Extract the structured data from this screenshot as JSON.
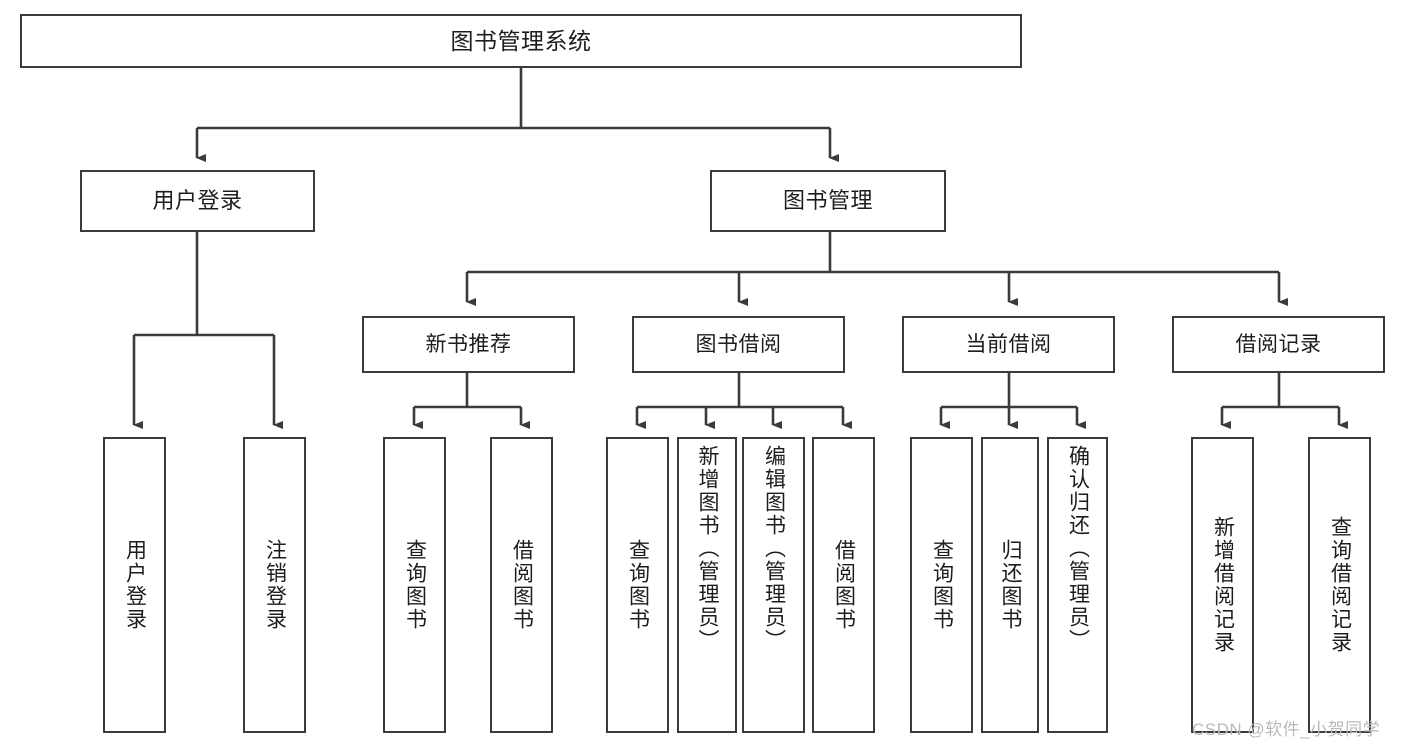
{
  "diagram": {
    "title": "图书管理系统",
    "type": "功能结构图",
    "watermark": "CSDN @软件_小贺同学",
    "colors": {
      "stroke": "#3b3b3b",
      "fill": "#ffffff",
      "text": "#1d1d1d",
      "watermark": "#b9b9b9"
    },
    "nodes": {
      "root": {
        "label": "图书管理系统"
      },
      "level1": [
        {
          "id": "user-login",
          "label": "用户登录"
        },
        {
          "id": "book-management",
          "label": "图书管理"
        }
      ],
      "level2": [
        {
          "id": "new-book-recommend",
          "label": "新书推荐"
        },
        {
          "id": "book-borrow",
          "label": "图书借阅"
        },
        {
          "id": "current-borrow",
          "label": "当前借阅"
        },
        {
          "id": "borrow-record",
          "label": "借阅记录"
        }
      ],
      "leaves": {
        "user_login": [
          {
            "id": "leaf-user-login",
            "label": "用户登录"
          },
          {
            "id": "leaf-logout-login",
            "label": "注销登录"
          }
        ],
        "new_book_recommend": [
          {
            "id": "leaf-query-book-1",
            "label": "查询图书"
          },
          {
            "id": "leaf-borrow-book-1",
            "label": "借阅图书"
          }
        ],
        "book_borrow": [
          {
            "id": "leaf-query-book-2",
            "label": "查询图书"
          },
          {
            "id": "leaf-add-book",
            "label": "新增图书（管理员）"
          },
          {
            "id": "leaf-edit-book",
            "label": "编辑图书（管理员）"
          },
          {
            "id": "leaf-borrow-book-2",
            "label": "借阅图书"
          }
        ],
        "current_borrow": [
          {
            "id": "leaf-query-book-3",
            "label": "查询图书"
          },
          {
            "id": "leaf-return-book",
            "label": "归还图书"
          },
          {
            "id": "leaf-confirm-return",
            "label": "确认归还（管理员）"
          }
        ],
        "borrow_record": [
          {
            "id": "leaf-add-record",
            "label": "新增借阅记录"
          },
          {
            "id": "leaf-query-record",
            "label": "查询借阅记录"
          }
        ]
      }
    }
  }
}
